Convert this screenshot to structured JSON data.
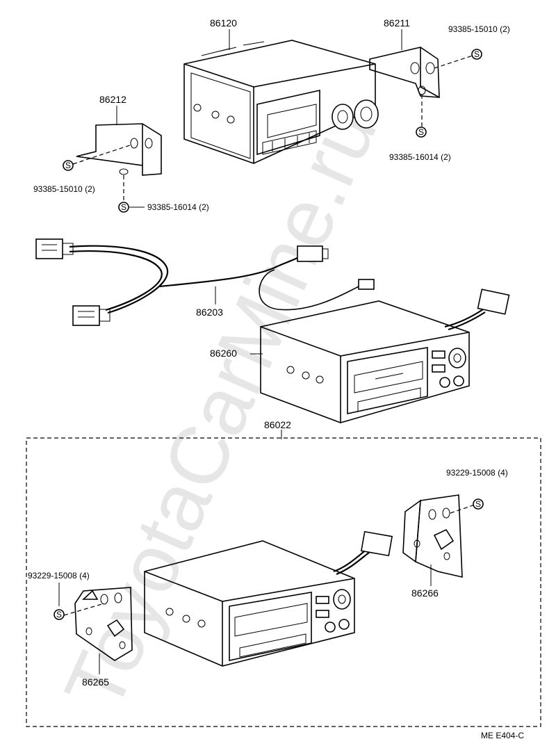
{
  "watermark": "ToyotaCarMine.ru",
  "diagram_code": "ME E404-C",
  "parts": {
    "p86120": "86120",
    "p86211": "86211",
    "p86212": "86212",
    "p86203": "86203",
    "p86260": "86260",
    "p86022": "86022",
    "p86266": "86266",
    "p86265": "86265"
  },
  "fasteners": {
    "f_top_right_a": "93385-15010 (2)",
    "f_top_right_b": "93385-16014 (2)",
    "f_left_a": "93385-15010 (2)",
    "f_left_b": "93385-16014 (2)",
    "f_kit_right": "93229-15008 (4)",
    "f_kit_left": "93229-15008 (4)"
  },
  "screw_symbol": "S"
}
